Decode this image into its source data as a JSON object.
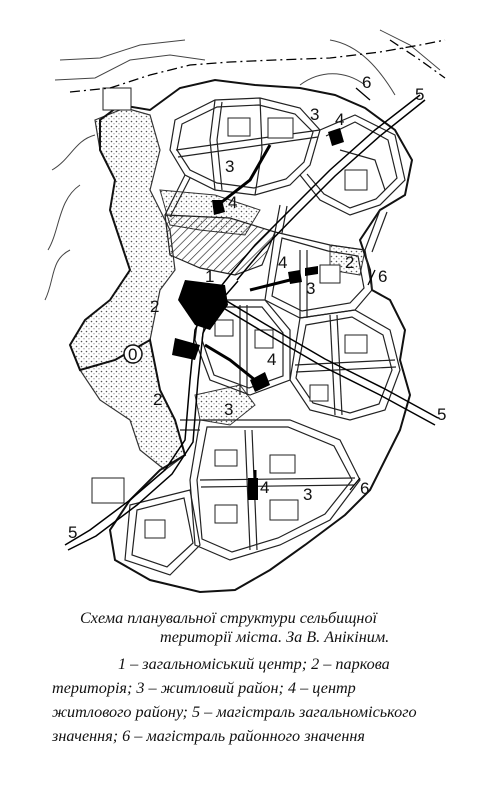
{
  "map": {
    "labels": {
      "l1": "1",
      "l2a": "2",
      "l2b": "2",
      "l2c": "2",
      "l3a": "3",
      "l3b": "3",
      "l3c": "3",
      "l3d": "3",
      "l3e": "3",
      "l4a": "4",
      "l4b": "4",
      "l4c": "4",
      "l4d": "4",
      "l4e": "4",
      "l5a": "5",
      "l5b": "5",
      "l5c": "5",
      "l6a": "6",
      "l6b": "6",
      "l6c": "6",
      "l0": "0"
    }
  },
  "caption": {
    "line1": "Схема планувальної структури сельбищної",
    "line2": "території міста. За В. Анікіним.",
    "line3": "1 – загальноміський центр; 2 – паркова",
    "line4": "територія; 3 – житловий район; 4 – центр",
    "line5": "житлового району; 5 – магістраль загальноміського",
    "line6": "значення; 6 – магістраль районного значення"
  }
}
